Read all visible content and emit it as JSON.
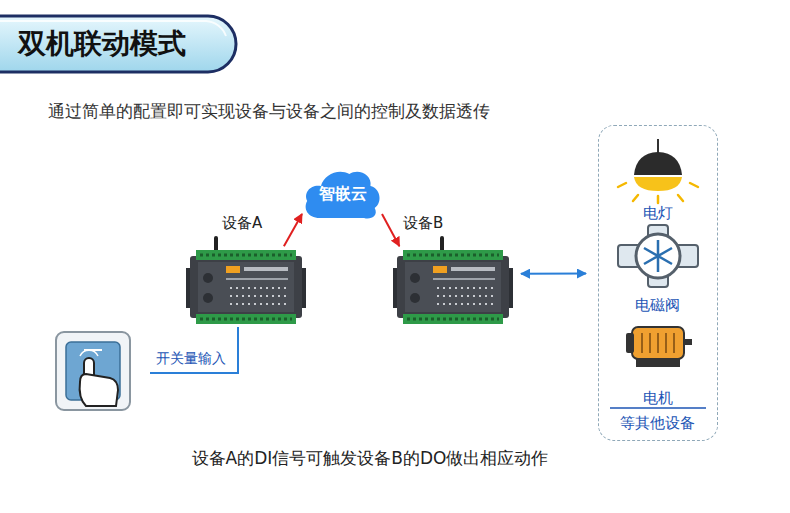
{
  "diagram": {
    "title": "双机联动模式",
    "caption": "设备A的DI信号可触发设备B的DO做出相应动作",
    "nodes": [
      {
        "text": [
          "设备A"
        ]
      },
      {
        "text": [
          "智嵌云"
        ]
      },
      {
        "text": [
          "设备B"
        ]
      },
      {
        "text": [
          "电灯",
          "电磁阀",
          "电机",
          "等其他设备"
        ]
      }
    ],
    "edges": [
      {
        "from": 0,
        "to": 1,
        "arrow": "to"
      },
      {
        "from": 1,
        "to": 2,
        "arrow": "to"
      },
      {
        "from": 2,
        "to": 3,
        "arrow": "both"
      }
    ],
    "labels": [
      "通过简单的配置即可实现设备与设备之间的控制及数据透传",
      "开关量输入"
    ]
  }
}
